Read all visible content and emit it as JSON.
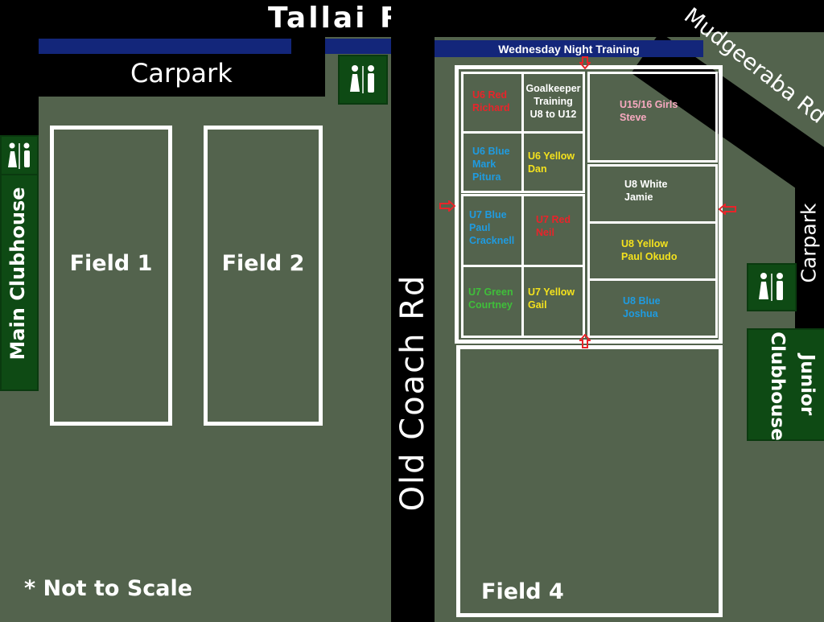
{
  "roads": {
    "tallai": "Tallai Rd",
    "old_coach": "Old Coach Rd",
    "mudgeeraba": "Mudgeeraba Rd"
  },
  "banners": {
    "wednesday": "Wednesday Night Training"
  },
  "carparks": {
    "top": "Carpark",
    "right": "Carpark"
  },
  "clubhouses": {
    "main": "Main Clubhouse",
    "junior_line1": "Junior",
    "junior_line2": "Clubhouse"
  },
  "fields": {
    "field1": "Field 1",
    "field2": "Field 2",
    "field4": "Field 4"
  },
  "note": "* Not to Scale",
  "teams": {
    "u6_red": {
      "line1": "U6 Red",
      "line2": "Richard",
      "color": "#e8242a"
    },
    "goalkeeper": {
      "line1": "Goalkeeper",
      "line2": "Training",
      "line3": "U8 to U12",
      "color": "#ffffff"
    },
    "u6_blue": {
      "line1": "U6 Blue",
      "line2": "Mark",
      "line3": "Pitura",
      "color": "#1f9be0"
    },
    "u6_yellow": {
      "line1": "U6 Yellow",
      "line2": "Dan",
      "color": "#f4e21d"
    },
    "u7_blue": {
      "line1": "U7 Blue",
      "line2": "Paul",
      "line3": "Cracknell",
      "color": "#1f9be0"
    },
    "u7_red": {
      "line1": "U7 Red",
      "line2": "Neil",
      "color": "#e8242a"
    },
    "u7_green": {
      "line1": "U7 Green",
      "line2": "Courtney",
      "color": "#3fbf3a"
    },
    "u7_yellow": {
      "line1": "U7 Yellow",
      "line2": "Gail",
      "color": "#f4e21d"
    },
    "u1516_girls": {
      "line1": "U15/16 Girls",
      "line2": "Steve",
      "color": "#f7a9c0"
    },
    "u8_white": {
      "line1": "U8 White",
      "line2": "Jamie",
      "color": "#ffffff"
    },
    "u8_yellow": {
      "line1": "U8 Yellow",
      "line2": "Paul Okudo",
      "color": "#f4e21d"
    },
    "u8_blue": {
      "line1": "U8 Blue",
      "line2": "Joshua",
      "color": "#1f9be0"
    }
  },
  "icons": {
    "toilet": "toilet-icon",
    "arrow": "entry-arrow-icon"
  },
  "colors": {
    "grass": "#53634d",
    "road": "#000000",
    "banner_blue": "#13267a",
    "clubhouse_green": "#0e4a14",
    "arrow_red": "#e8242a"
  }
}
